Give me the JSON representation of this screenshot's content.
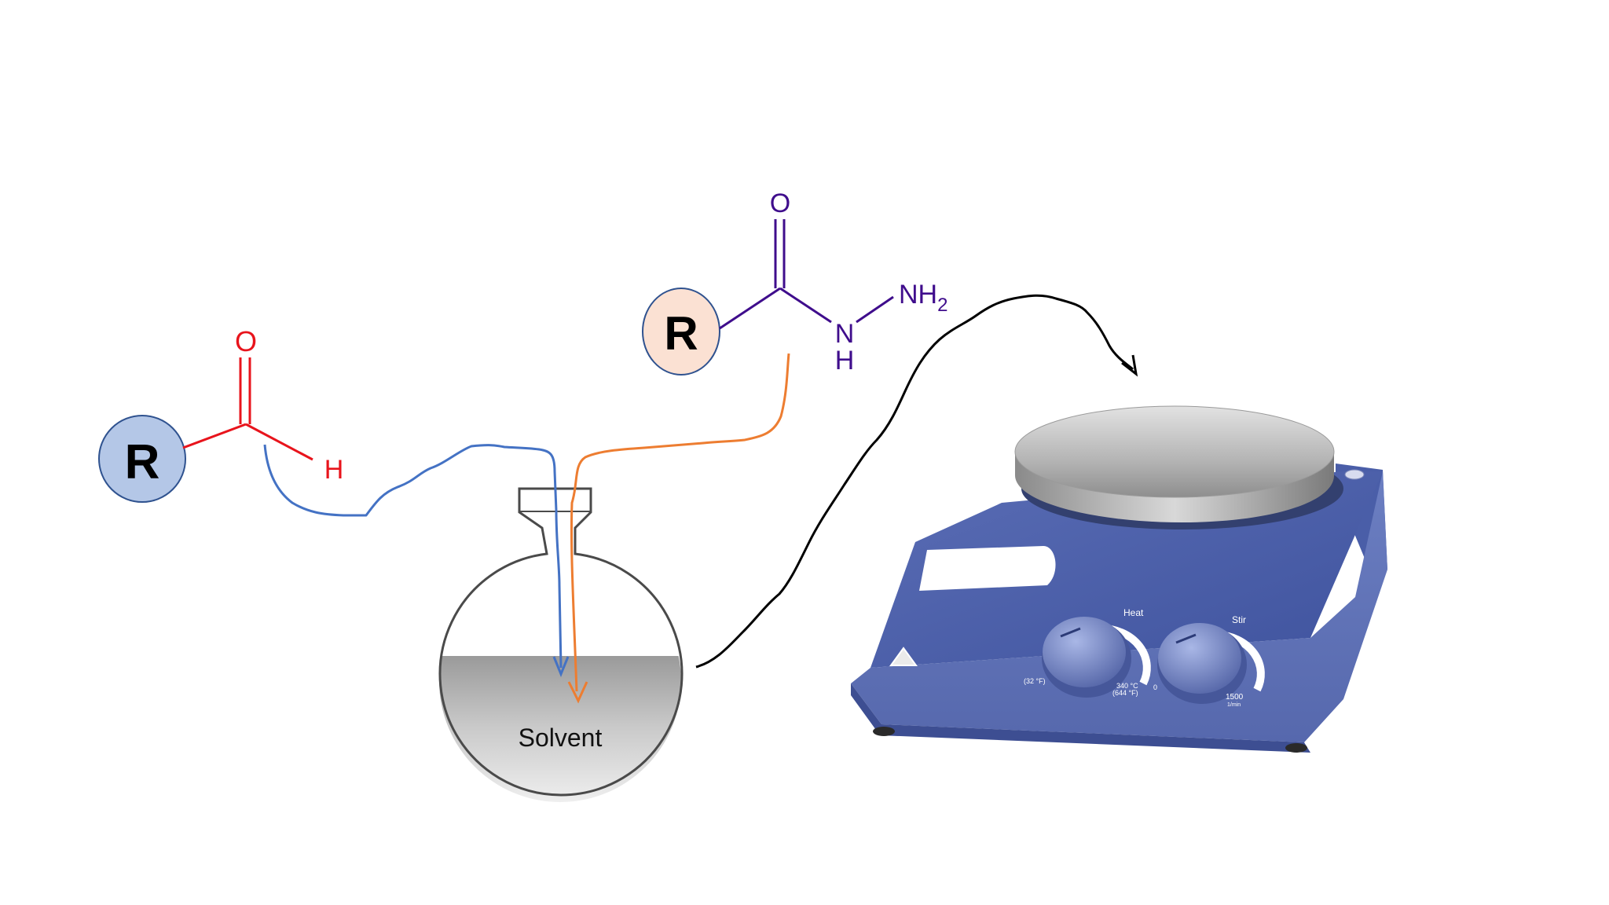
{
  "aldehyde": {
    "r_label": "R",
    "oxygen": "O",
    "hydrogen": "H",
    "color": "#e8141c",
    "r_fill": "#b4c7e7"
  },
  "hydrazide": {
    "r_label": "R",
    "oxygen": "O",
    "nh": "N",
    "h": "H",
    "nh2_main": "NH",
    "nh2_sub": "2",
    "color": "#3f0d8c",
    "r_fill": "#fbe1d3"
  },
  "flask": {
    "solvent_label": "Solvent"
  },
  "hotplate": {
    "heat_label": "Heat",
    "stir_label": "Stir",
    "heat_min": "(32 °F)",
    "heat_max_c": "340 °C",
    "heat_max_f": "(644 °F)",
    "stir_min": "0",
    "stir_max": "1500",
    "stir_unit": "1/min",
    "body_color": "#5b6fb3"
  },
  "colors": {
    "blue_arrow": "#4472c4",
    "orange_arrow": "#ed7d31",
    "black_arrow": "#000000"
  }
}
